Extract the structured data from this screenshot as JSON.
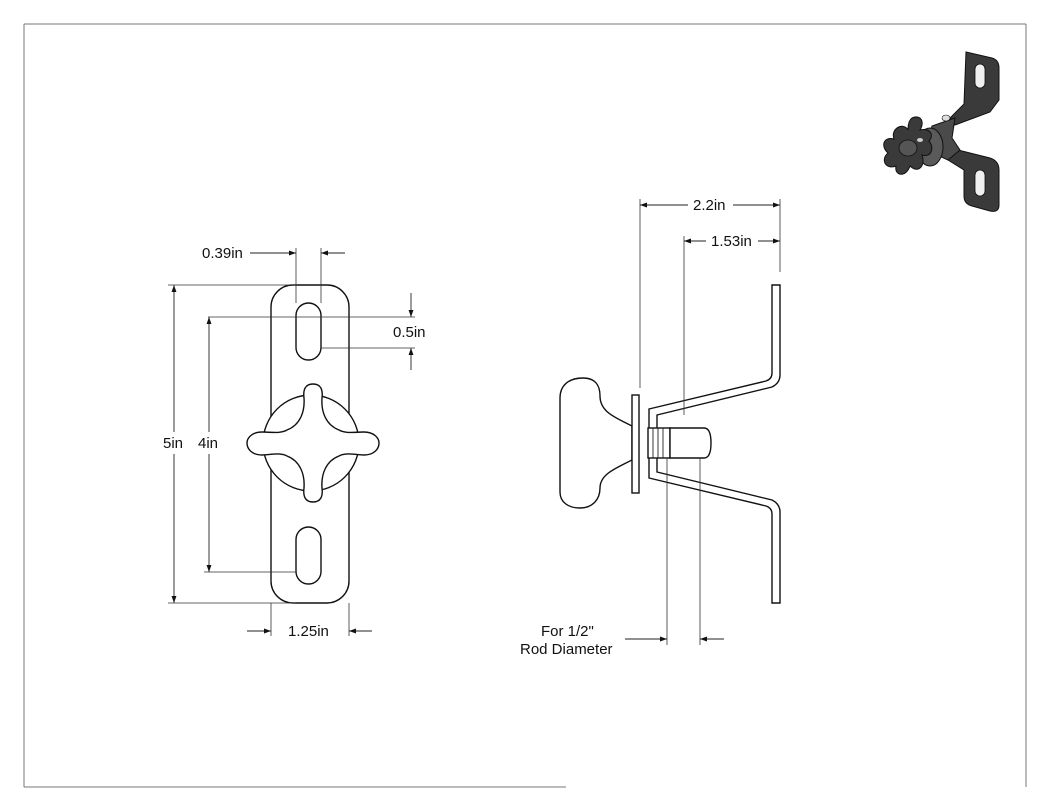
{
  "dimensions": {
    "slot_width": "0.39in",
    "slot_length": "0.5in",
    "total_height": "5in",
    "slot_spacing": "4in",
    "plate_width": "1.25in",
    "overall_depth": "2.2in",
    "bracket_depth": "1.53in"
  },
  "note": {
    "line1": "For 1/2\"",
    "line2": "Rod Diameter"
  },
  "colors": {
    "line": "#111111",
    "iso_body": "#3a3a3a",
    "frame": "#777777"
  }
}
